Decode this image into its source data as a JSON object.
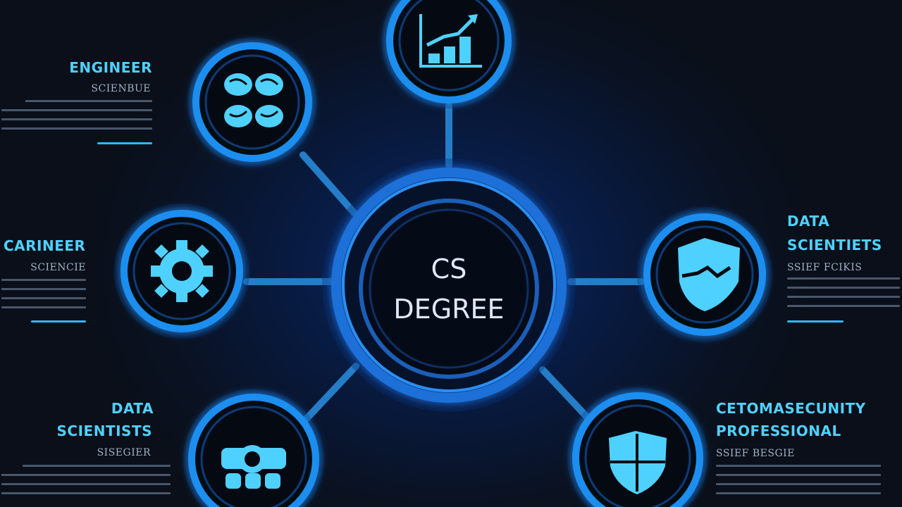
{
  "center": {
    "line1": "CS",
    "line2": "DEGREE"
  },
  "nodes": [
    {
      "title_lines": [
        "ENGINEER"
      ],
      "subtitle": "SCIENBUE",
      "icon": "brain-icon"
    },
    {
      "title_lines": [
        "CARINEER"
      ],
      "subtitle": "SCIENCIE",
      "icon": "gear-icon"
    },
    {
      "title_lines": [
        "DATA",
        "SCIENTISTS"
      ],
      "subtitle": "SISEGIER",
      "icon": "team-icon"
    },
    {
      "title_lines": [],
      "subtitle": "",
      "icon": "growth-chart-icon"
    },
    {
      "title_lines": [
        "DATA",
        "SCIENTIETS"
      ],
      "subtitle": "SSIEF FCIKIS",
      "icon": "shield-icon"
    },
    {
      "title_lines": [
        "CETOMASECUNITY",
        "PROFESSIONAL"
      ],
      "subtitle": "SSIEF BESGIE",
      "icon": "security-shield-icon"
    }
  ],
  "colors": {
    "accent": "#2fb8f5",
    "icon": "#4fd1ff",
    "text": "#dfe8f7",
    "muted": "#9fb3c8",
    "background": "#0a1222"
  }
}
